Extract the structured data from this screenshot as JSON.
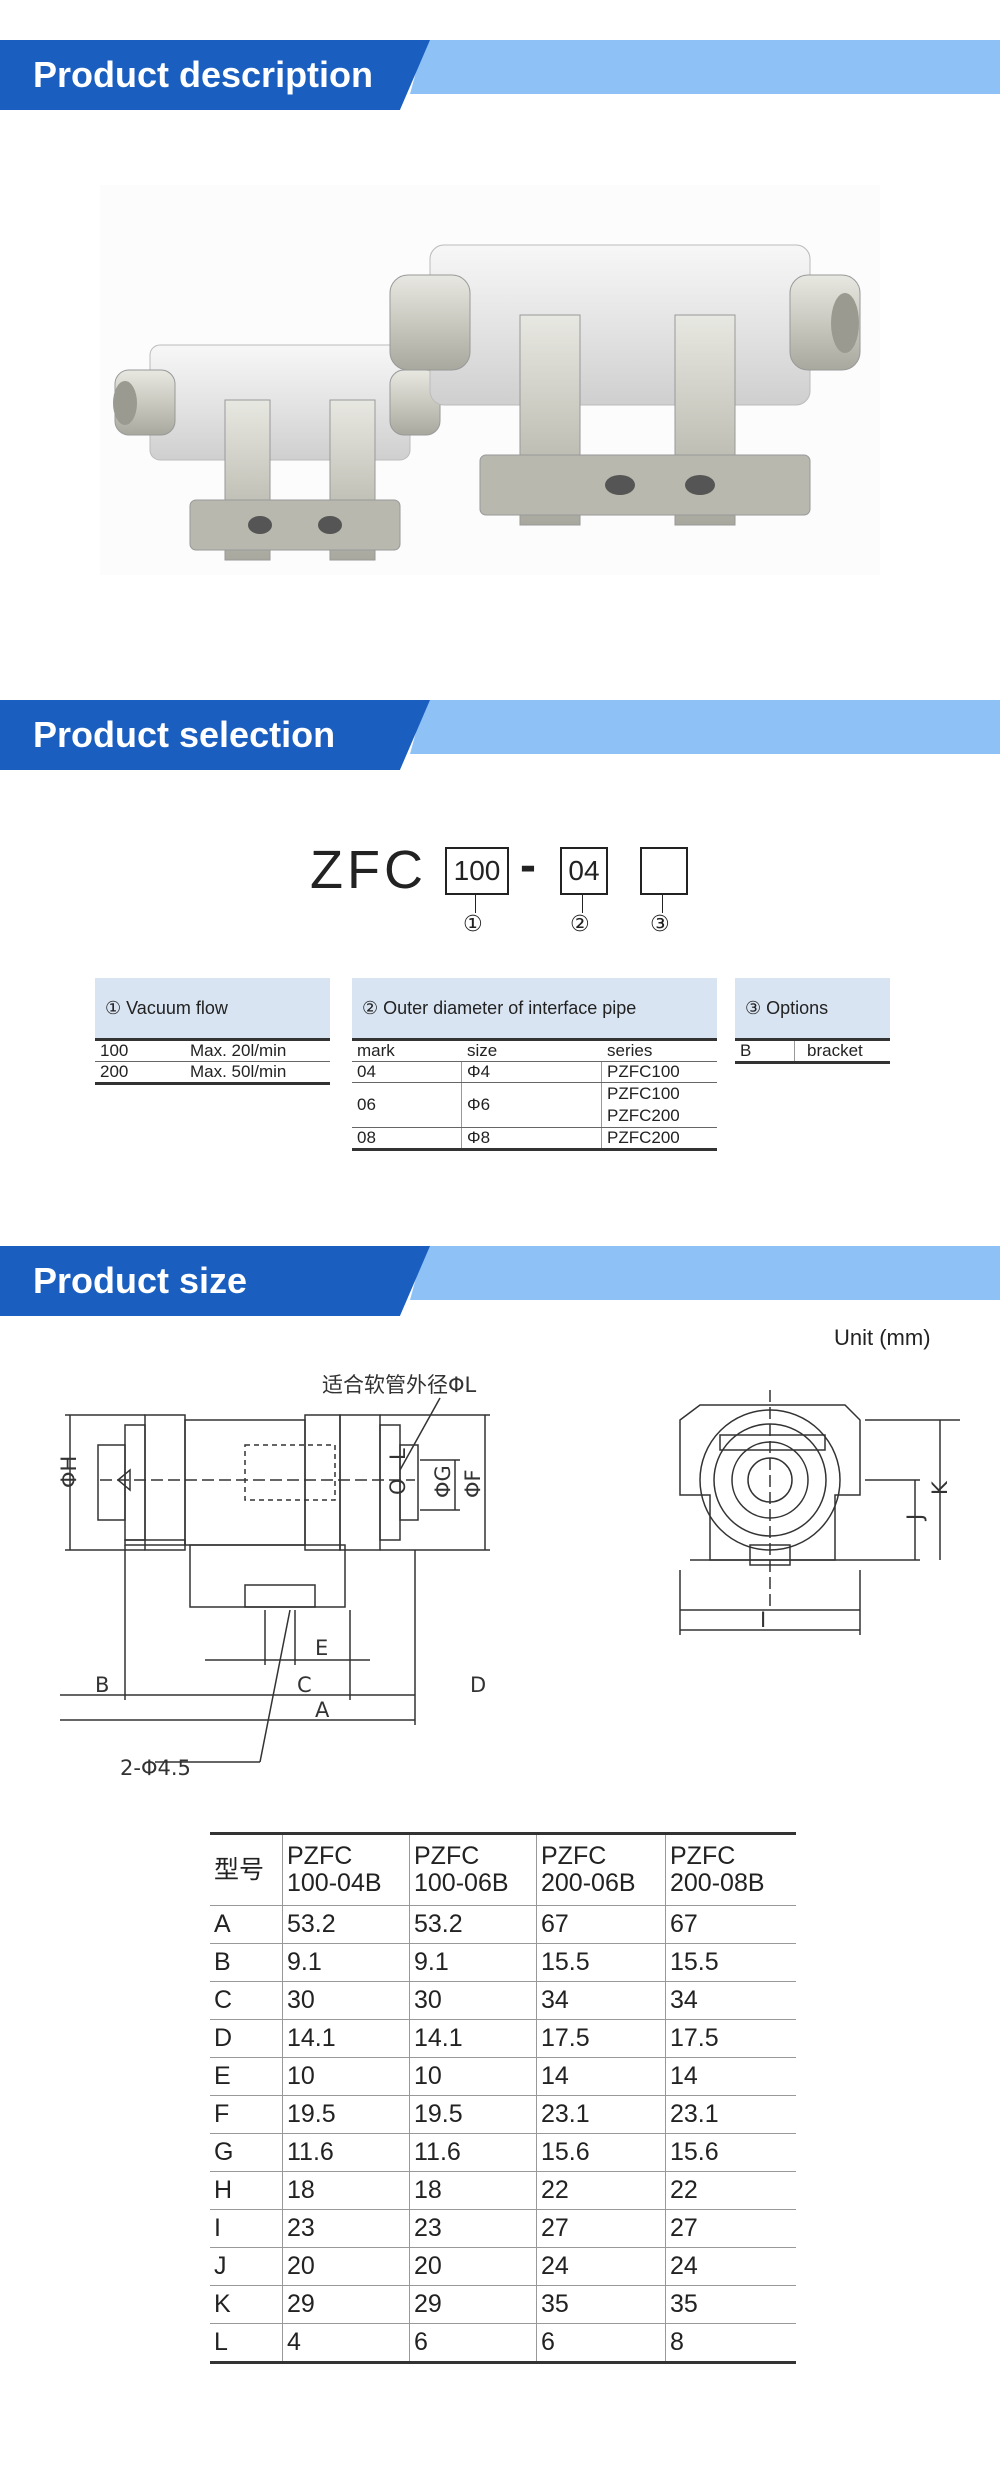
{
  "sections": {
    "description": "Product description",
    "selection": "Product selection",
    "size": "Product size"
  },
  "code": {
    "prefix": "ZFC",
    "box1": "100",
    "dash": "-",
    "box2": "04",
    "box3": "",
    "n1": "①",
    "n2": "②",
    "n3": "③"
  },
  "vacuum": {
    "title": "① Vacuum flow",
    "rows": [
      [
        "100",
        "Max. 20l/min"
      ],
      [
        "200",
        "Max. 50l/min"
      ]
    ]
  },
  "pipe": {
    "title": "② Outer diameter of interface pipe",
    "headers": [
      "mark",
      "size",
      "series"
    ],
    "rows": [
      {
        "mark": "04",
        "size": "Φ4",
        "series": "PZFC100"
      },
      {
        "mark": "06",
        "size": "Φ6",
        "series": "PZFC100",
        "series2": "PZFC200"
      },
      {
        "mark": "08",
        "size": "Φ8",
        "series": "PZFC200"
      }
    ]
  },
  "options": {
    "title": "③ Options",
    "rows": [
      [
        "B",
        "bracket"
      ]
    ]
  },
  "unit": "Unit (mm)",
  "drawing": {
    "pipe_label": "适合软管外径ΦL",
    "H": "ΦH",
    "L": "L",
    "O": "O",
    "G": "ΦG",
    "F": "ΦF",
    "E": "E",
    "B": "B",
    "C": "C",
    "D": "D",
    "A": "A",
    "hole": "2-Φ4.5",
    "I": "I",
    "J": "J",
    "K": "K"
  },
  "dims": {
    "header": [
      "型号",
      "PZFC 100-04B",
      "PZFC 100-06B",
      "PZFC 200-06B",
      "PZFC 200-08B"
    ],
    "rows": [
      [
        "A",
        "53.2",
        "53.2",
        "67",
        "67"
      ],
      [
        "B",
        "9.1",
        "9.1",
        "15.5",
        "15.5"
      ],
      [
        "C",
        "30",
        "30",
        "34",
        "34"
      ],
      [
        "D",
        "14.1",
        "14.1",
        "17.5",
        "17.5"
      ],
      [
        "E",
        "10",
        "10",
        "14",
        "14"
      ],
      [
        "F",
        "19.5",
        "19.5",
        "23.1",
        "23.1"
      ],
      [
        "G",
        "11.6",
        "11.6",
        "15.6",
        "15.6"
      ],
      [
        "H",
        "18",
        "18",
        "22",
        "22"
      ],
      [
        "I",
        "23",
        "23",
        "27",
        "27"
      ],
      [
        "J",
        "20",
        "20",
        "24",
        "24"
      ],
      [
        "K",
        "29",
        "29",
        "35",
        "35"
      ],
      [
        "L",
        "4",
        "6",
        "6",
        "8"
      ]
    ]
  }
}
